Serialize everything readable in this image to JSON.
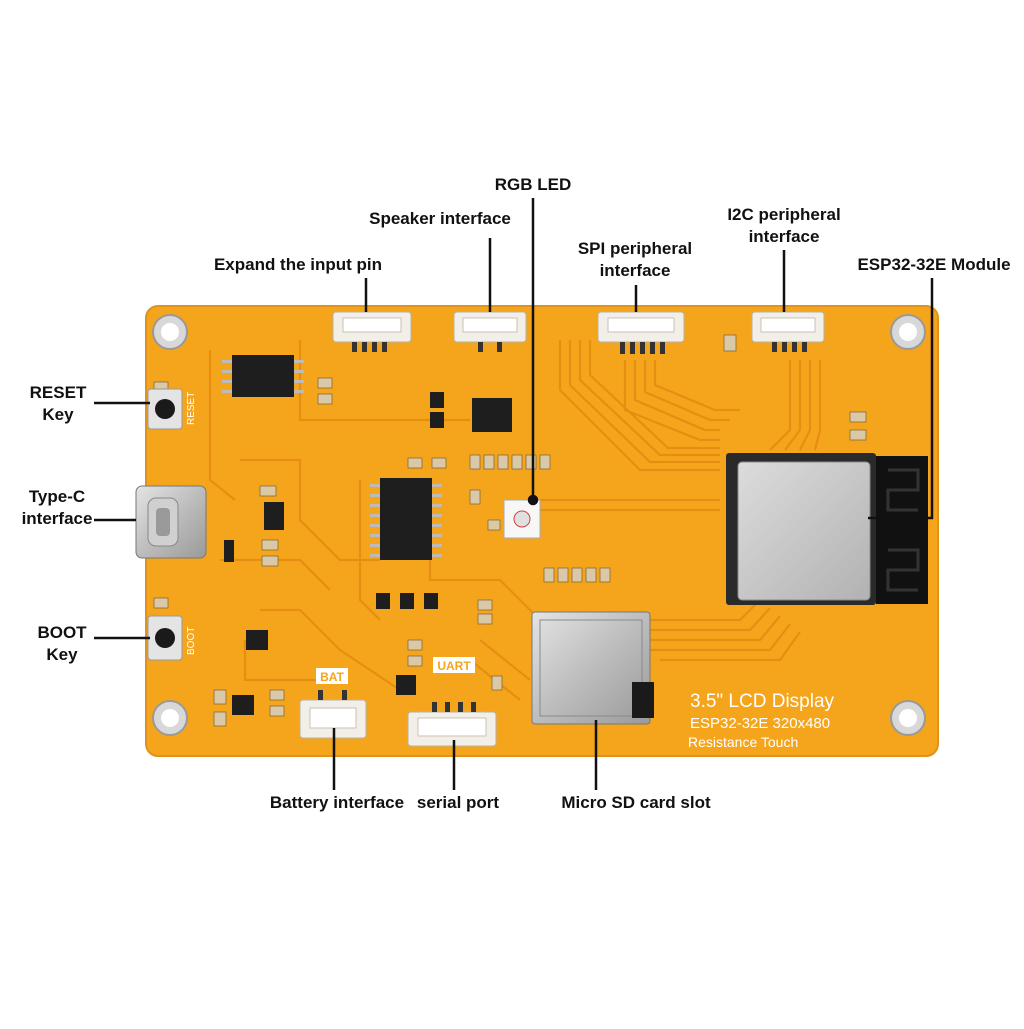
{
  "labels": {
    "rgb_led": "RGB LED",
    "speaker_interface": "Speaker interface",
    "expand_input_pin": "Expand the input pin",
    "spi_interface": [
      "SPI peripheral",
      "interface"
    ],
    "i2c_interface": [
      "I2C peripheral",
      "interface"
    ],
    "esp32_module": "ESP32-32E Module",
    "reset_key": [
      "RESET",
      "Key"
    ],
    "type_c": [
      "Type-C",
      "interface"
    ],
    "boot_key": [
      "BOOT",
      "Key"
    ],
    "battery_interface": "Battery interface",
    "serial_port": "serial port",
    "micro_sd": "Micro SD card slot"
  },
  "silkscreen": {
    "display_title": "3.5\" LCD Display",
    "module_res": "ESP32-32E  320x480",
    "touch_type": "Resistance Touch",
    "bat": "BAT",
    "uart": "UART",
    "boot": "BOOT",
    "reset": "RESET"
  },
  "colors": {
    "pcb": "#f5a51c",
    "pcb_edge": "#e8961a",
    "trace": "#e38a12",
    "chip": "#1e1e1e",
    "connector": "#f2efe8",
    "metal": "#c9c9c9",
    "antenna": "#111111"
  }
}
